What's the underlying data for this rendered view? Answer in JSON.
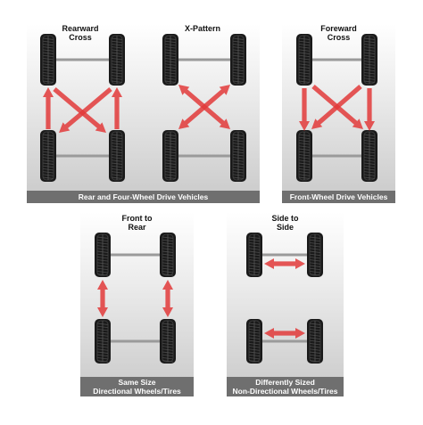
{
  "panels": {
    "rear_four_wheel": {
      "band": "Rear and Four-Wheel Drive Vehicles",
      "diagrams": [
        {
          "title": "Rearward\nCross"
        },
        {
          "title": "X-Pattern"
        }
      ]
    },
    "front_wheel": {
      "band": "Front-Wheel Drive Vehicles",
      "title": "Foreward\nCross"
    },
    "front_to_rear": {
      "title": "Front to\nRear",
      "band_line1": "Same Size",
      "band_line2": "Directional Wheels/Tires"
    },
    "side_to_side": {
      "title": "Side to\nSide",
      "band_line1": "Differently Sized",
      "band_line2": "Non-Directional Wheels/Tires"
    }
  },
  "colors": {
    "arrow": "#e23a3a",
    "band": "#6f6f6f",
    "tire": "#1a1a1a",
    "axle": "#9a9a9a"
  },
  "icons": [
    "tire-icon",
    "axle",
    "rotation-arrow"
  ]
}
